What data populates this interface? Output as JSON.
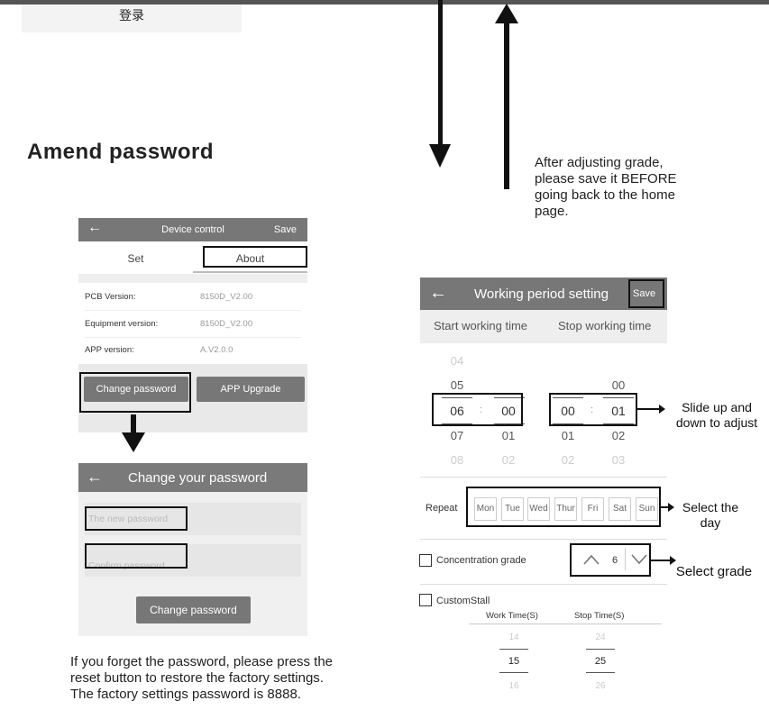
{
  "top": {
    "login_label": "登录"
  },
  "heading": "Amend password",
  "save_note": [
    "After adjusting grade,",
    "please save it BEFORE",
    "going back to the home",
    "page."
  ],
  "forgot_note": [
    "If you forget the password, please press the",
    "reset button to restore the factory settings.",
    "The factory settings  password is 8888."
  ],
  "device_control": {
    "title": "Device control",
    "back": "←",
    "save": "Save",
    "tabs": [
      "Set",
      "About"
    ],
    "info": [
      {
        "label": "PCB Version:",
        "value": "8150D_V2.00"
      },
      {
        "label": "Equipment version:",
        "value": "8150D_V2.00"
      },
      {
        "label": "APP version:",
        "value": "A.V2.0.0"
      }
    ],
    "change_password_button": "Change password",
    "app_upgrade_button": "APP Upgrade"
  },
  "change_password": {
    "title": "Change your password",
    "back": "←",
    "new_password_placeholder": "The new password",
    "confirm_password_placeholder": "Confirm password",
    "submit": "Change password"
  },
  "working_period": {
    "title": "Working period setting",
    "back": "←",
    "save": "Save",
    "start_label": "Start working time",
    "stop_label": "Stop working time",
    "start_hours": [
      "04",
      "05",
      "06",
      "07",
      "08"
    ],
    "start_minutes": [
      "00",
      "01",
      "02"
    ],
    "stop_hours": [
      "00",
      "01",
      "02"
    ],
    "stop_minutes": [
      "00",
      "01",
      "02",
      "03"
    ],
    "repeat_label": "Repeat",
    "days": [
      "Mon",
      "Tue",
      "Wed",
      "Thur",
      "Fri",
      "Sat",
      "Sun"
    ],
    "concentration_label": "Concentration grade",
    "concentration_value": "6",
    "custom_stall_label": "CustomStall",
    "work_time_label": "Work Time(S)",
    "stop_time_label": "Stop Time(S)",
    "work_times": [
      "14",
      "15",
      "16"
    ],
    "stop_times": [
      "24",
      "25",
      "26"
    ]
  },
  "annotations": {
    "slide": [
      "Slide up and",
      "down to adjust"
    ],
    "select_day": [
      "Select the",
      "day"
    ],
    "select_grade": "Select grade"
  }
}
